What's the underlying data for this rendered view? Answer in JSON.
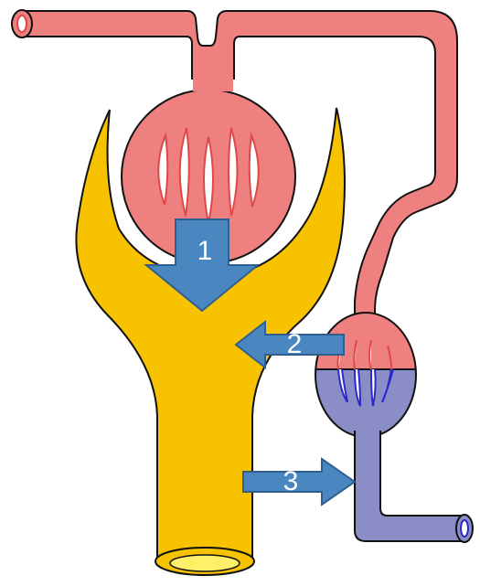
{
  "colors": {
    "arterial": "#ee8080",
    "arterial_dark": "#e04848",
    "venous": "#8b8ec6",
    "venous_line": "#2a2acc",
    "tubule": "#f7c200",
    "tubule_lumen": "#fff06a",
    "arrow_fill": "#4a86bf",
    "arrow_stroke": "#2f5f8f",
    "outline": "#111111"
  },
  "arrows": [
    {
      "id": "1",
      "label": "1",
      "direction": "down"
    },
    {
      "id": "2",
      "label": "2",
      "direction": "left"
    },
    {
      "id": "3",
      "label": "3",
      "direction": "right"
    }
  ]
}
